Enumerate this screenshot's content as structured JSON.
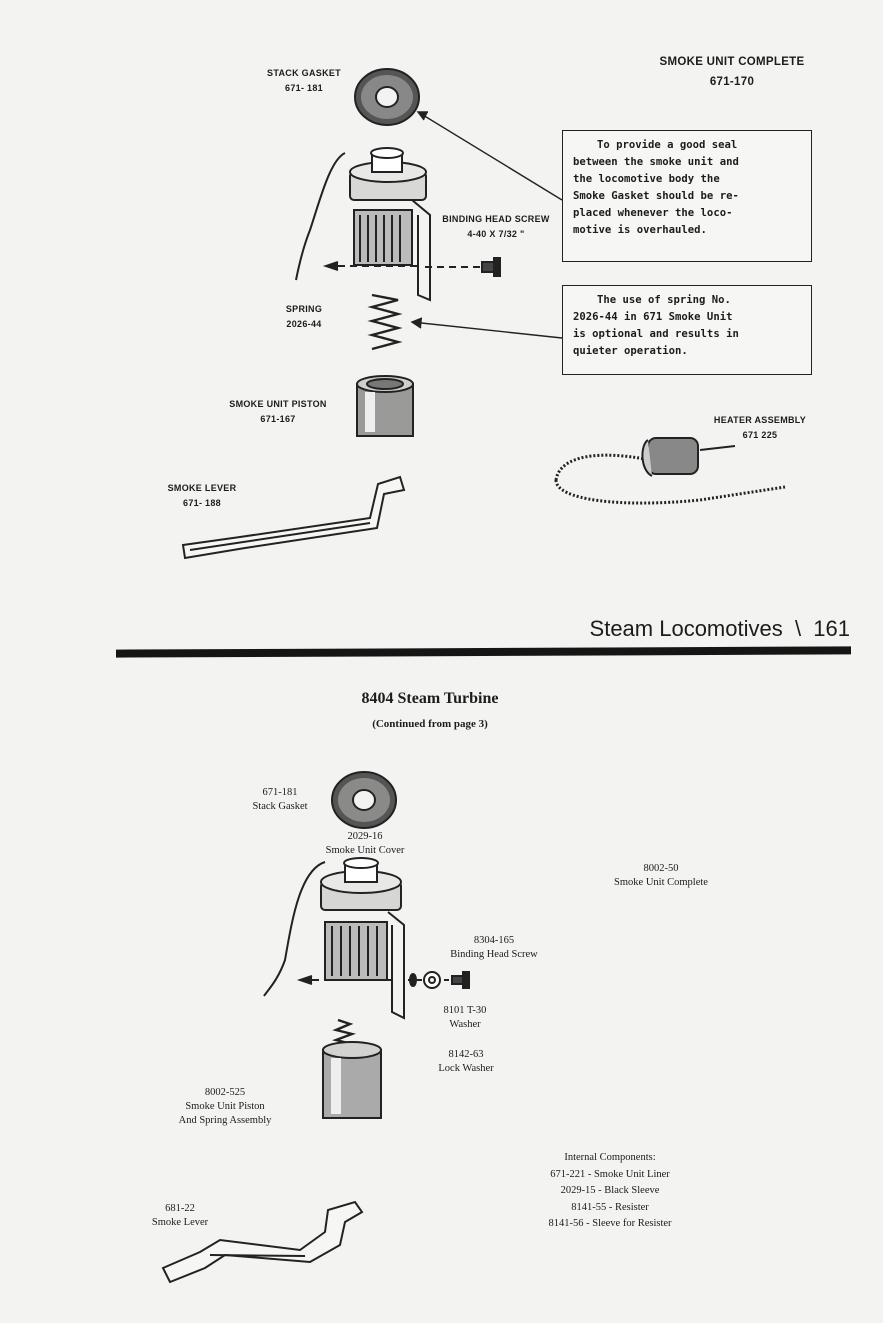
{
  "top": {
    "heading": {
      "title": "SMOKE UNIT COMPLETE",
      "part": "671-170"
    },
    "stack_gasket": {
      "name": "STACK GASKET",
      "part": "671- 181"
    },
    "binding_screw": {
      "name": "BINDING HEAD SCREW",
      "part": "4-40 X 7/32 \""
    },
    "spring": {
      "name": "SPRING",
      "part": "2026-44"
    },
    "piston": {
      "name": "SMOKE UNIT PISTON",
      "part": "671-167"
    },
    "heater": {
      "name": "HEATER ASSEMBLY",
      "part": "671 225"
    },
    "lever": {
      "name": "SMOKE LEVER",
      "part": "671- 188"
    },
    "note_gasket": [
      "To provide a good seal",
      "between the smoke unit and",
      "the locomotive body the",
      "Smoke Gasket should be re-",
      "placed whenever the loco-",
      "motive is overhauled."
    ],
    "note_spring": [
      "The use of spring No.",
      "2026-44 in 671 Smoke Unit",
      "is optional and results in",
      "quieter operation."
    ]
  },
  "section_title": "Steam Locomotives  \\  161",
  "bottom": {
    "title": "8404 Steam Turbine",
    "subtitle": "(Continued from page 3)",
    "gasket": {
      "part": "671-181",
      "name": "Stack Gasket"
    },
    "cover": {
      "part": "2029-16",
      "name": "Smoke Unit Cover"
    },
    "complete": {
      "part": "8002-50",
      "name": "Smoke Unit Complete"
    },
    "screw": {
      "part": "8304-165",
      "name": "Binding Head Screw"
    },
    "washer": {
      "part": "8101 T-30",
      "name": "Washer"
    },
    "lock_washer": {
      "part": "8142-63",
      "name": "Lock Washer"
    },
    "piston": {
      "part": "8002-525",
      "name": "Smoke Unit Piston",
      "name2": "And Spring Assembly"
    },
    "lever": {
      "part": "681-22",
      "name": "Smoke Lever"
    },
    "internal": {
      "heading": "Internal Components:",
      "items": [
        "671-221 - Smoke Unit Liner",
        "2029-15 - Black Sleeve",
        "8141-55 - Resister",
        "8141-56 - Sleeve for Resister"
      ]
    }
  }
}
